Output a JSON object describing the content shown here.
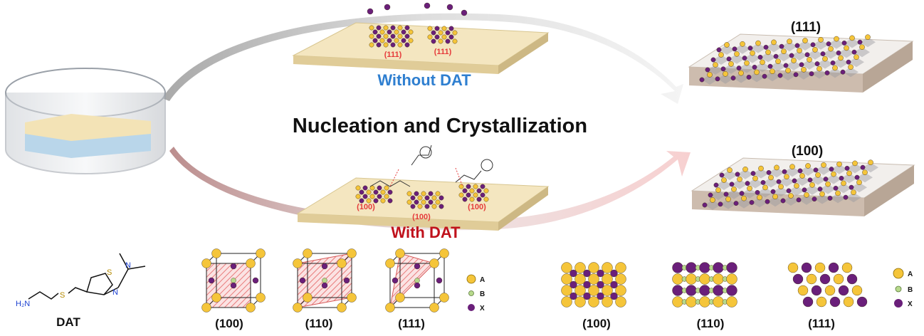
{
  "title": "Nucleation and Crystallization",
  "without_label": "Without DAT",
  "with_label": "With DAT",
  "colors": {
    "a": "#f5c53a",
    "b": "#b7d98c",
    "x": "#6a1f7a",
    "without": "#2f7fd0",
    "with": "#c0121c",
    "facet_tag": "#e53a3a",
    "substrate": "#f4e6c0"
  },
  "without_tags": [
    "(111)",
    "(111)"
  ],
  "with_tags": [
    "(100)",
    "(100)",
    "(100)"
  ],
  "result_top": "(111)",
  "result_bottom": "(100)",
  "molecule": {
    "name": "DAT",
    "atom_n_amine": "H₂N",
    "atom_s_chain": "S",
    "atom_s_ring": "S",
    "atom_n_ring": "N",
    "atom_n_dimethyl": "N"
  },
  "unit_cells": [
    "(100)",
    "(110)",
    "(111)"
  ],
  "planes": [
    "(100)",
    "(110)",
    "(111)"
  ],
  "legend_cells": [
    {
      "key": "a",
      "label": "A"
    },
    {
      "key": "b",
      "label": "B"
    },
    {
      "key": "x",
      "label": "X"
    }
  ],
  "legend_planes": [
    {
      "key": "a",
      "label": "A"
    },
    {
      "key": "b",
      "label": "B"
    },
    {
      "key": "x",
      "label": "X"
    }
  ]
}
